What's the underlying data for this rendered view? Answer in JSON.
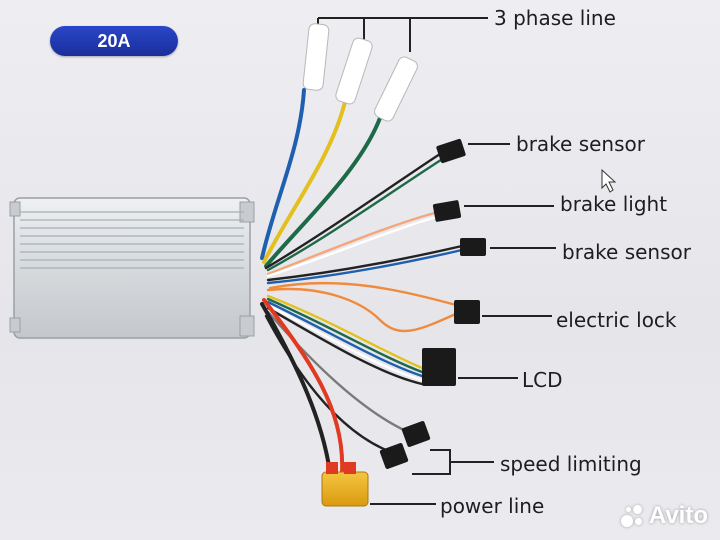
{
  "badge": "20A",
  "labels": {
    "three_phase": "3 phase line",
    "brake_sensor_1": "brake  sensor",
    "brake_light": "brake  light",
    "brake_sensor_2": "brake  sensor",
    "electric_lock": "electric lock",
    "lcd": "LCD",
    "speed_limiting": "speed limiting",
    "power_line": "power line"
  },
  "watermark": "Avito",
  "colors": {
    "badge": "#2137b4",
    "controller_body": "#d9dde0",
    "phase_blue": "#1f5fb0",
    "phase_yellow": "#e3c020",
    "phase_green": "#1d6a48",
    "orange_wire": "#f08a3c",
    "red_wire": "#e03a22",
    "connector_black": "#1a1a1a",
    "power_plug": "#e8b020"
  }
}
